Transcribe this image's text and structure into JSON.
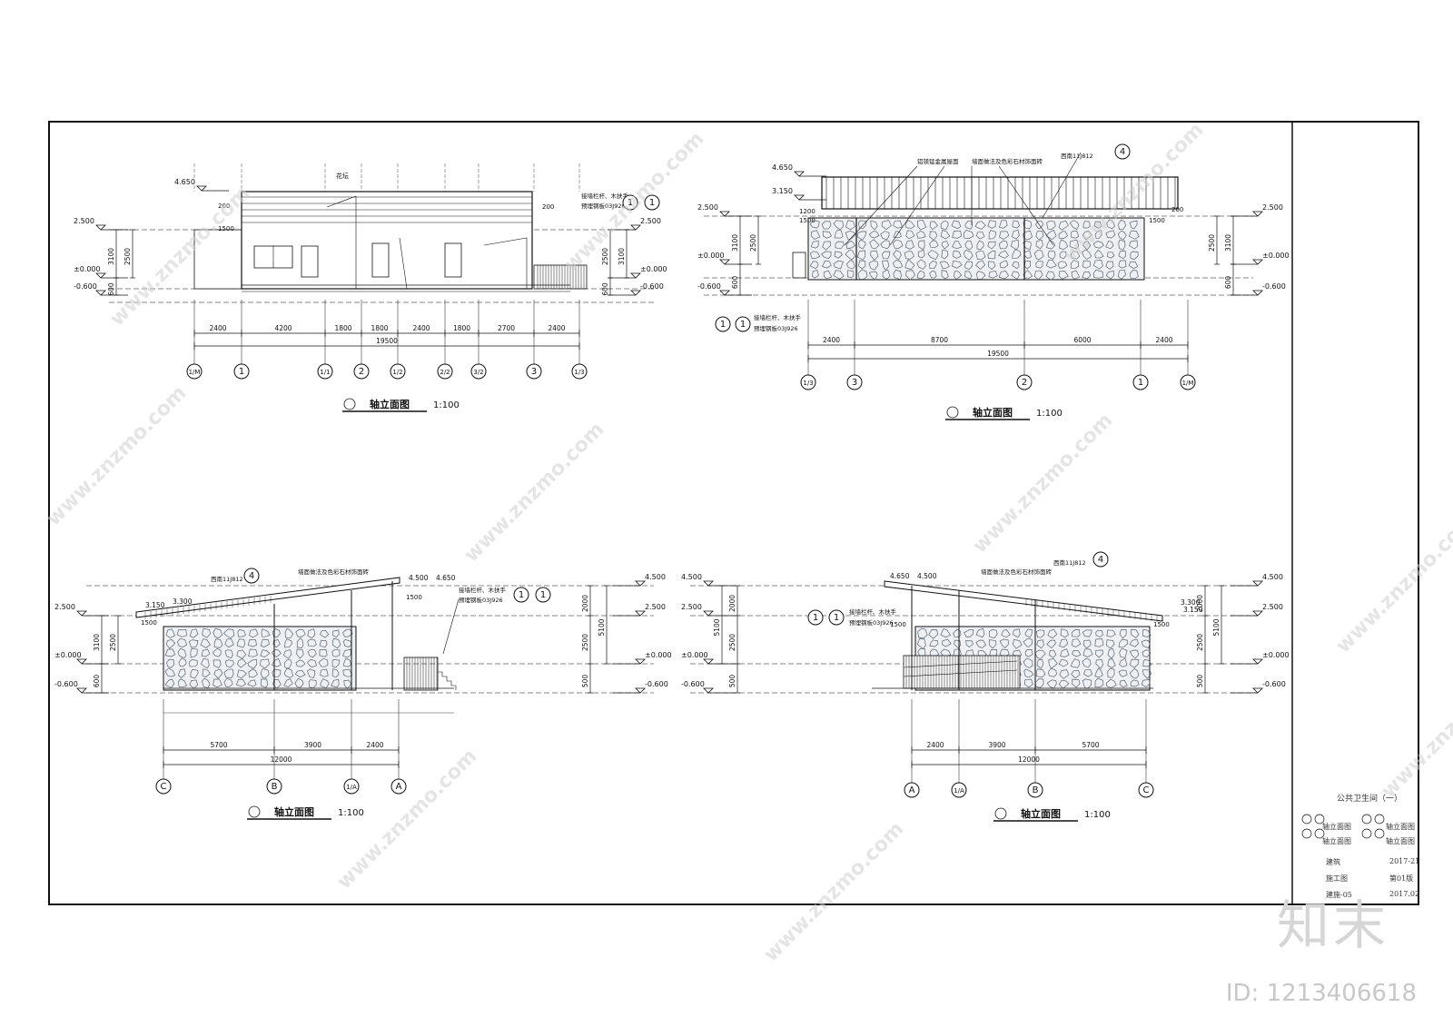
{
  "views": [
    {
      "title": "轴立面图",
      "scale": "1:100",
      "level_tags": [
        "4.650",
        "2.500",
        "±0.000",
        "-0.600"
      ],
      "dims_bottom": [
        "2400",
        "4200",
        "1800",
        "1800",
        "2400",
        "1800",
        "2700",
        "2400"
      ],
      "dim_total": "19500",
      "axes": [
        "1/M",
        "1",
        "1/1",
        "2",
        "1/2",
        "2/2",
        "3/2",
        "3",
        "1/3"
      ],
      "notes": [
        "花坛",
        "预埋钢板03J926",
        "接墙栏杆、木扶手"
      ],
      "vert_dims": [
        "3100",
        "2500",
        "600",
        "200",
        "1500"
      ]
    },
    {
      "title": "轴立面图",
      "scale": "1:100",
      "level_tags": [
        "4.650",
        "3.150",
        "2.500",
        "±0.000",
        "-0.600"
      ],
      "dims_bottom": [
        "2400",
        "8700",
        "6000",
        "2400"
      ],
      "dim_total": "19500",
      "axes": [
        "1/3",
        "3",
        "2",
        "1",
        "1/M"
      ],
      "notes": [
        "铝镁锰金属屋面",
        "墙面做法及色彩石材饰面砖",
        "西南11J812",
        "接墙栏杆、木扶手",
        "预埋钢板03J926"
      ],
      "vert_dims": [
        "3100",
        "2500",
        "600",
        "1500",
        "1200",
        "200"
      ]
    },
    {
      "title": "轴立面图",
      "scale": "1:100",
      "level_tags": [
        "3.150",
        "3.300",
        "2.500",
        "±0.000",
        "-0.600",
        "4.500",
        "4.650"
      ],
      "dims_bottom": [
        "5700",
        "3900",
        "2400"
      ],
      "dim_total": "12000",
      "axes": [
        "C",
        "B",
        "1/A",
        "A"
      ],
      "notes": [
        "西南11J812",
        "墙面做法及色彩石材饰面砖",
        "接墙栏杆、木扶手",
        "预埋钢板03J926"
      ],
      "vert_dims": [
        "3100",
        "2500",
        "600",
        "1500",
        "2000",
        "5100",
        "500"
      ]
    },
    {
      "title": "轴立面图",
      "scale": "1:100",
      "level_tags": [
        "4.500",
        "4.650",
        "2.500",
        "±0.000",
        "-0.600",
        "3.300",
        "3.150"
      ],
      "dims_bottom": [
        "2400",
        "3900",
        "5700"
      ],
      "dim_total": "12000",
      "axes": [
        "A",
        "1/A",
        "B",
        "C"
      ],
      "notes": [
        "西南11J812",
        "墙面做法及色彩石材饰面砖",
        "接墙栏杆、木扶手",
        "预埋钢板03J926"
      ],
      "vert_dims": [
        "2000",
        "5100",
        "2500",
        "500",
        "1500"
      ]
    }
  ],
  "title_block": {
    "project": "公共卫生间（一）",
    "sheet_items": [
      "轴立面图",
      "轴立面图",
      "轴立面图",
      "轴立面图"
    ],
    "discipline": "建筑",
    "project_no": "2017-21",
    "stage": "施工图",
    "version": "第01版",
    "drawing_no": "建施-05",
    "date": "2017.02"
  },
  "watermark": {
    "logo_text": "知末",
    "site": "www.znzmo.com",
    "id_text": "ID: 1213406618"
  },
  "colors": {
    "line": "#111111",
    "stone": "#5b6470",
    "watermark": "#cfcfcf"
  }
}
